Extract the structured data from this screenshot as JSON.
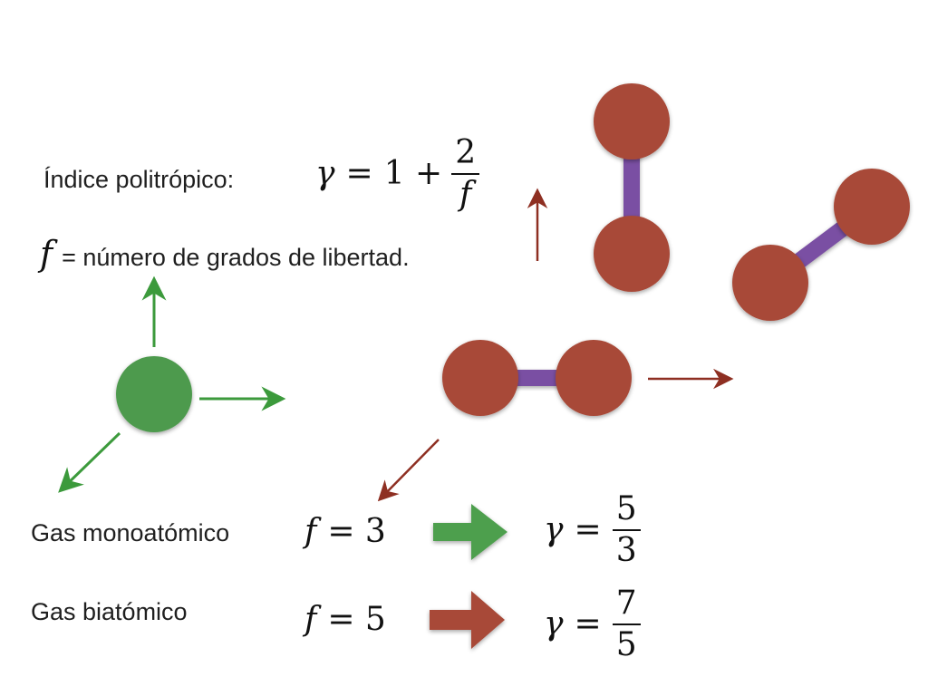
{
  "header": {
    "index_label": "Índice politrópico:",
    "gamma_symbol": "γ",
    "equals": "=",
    "one_plus": "1 +",
    "frac_num": "2",
    "frac_den": "f",
    "f_symbol": "f",
    "f_definition": "= número de grados de libertad."
  },
  "rows": [
    {
      "gas_label": "Gas monoatómico",
      "f_symbol": "f",
      "f_expr": "= 3",
      "gamma_symbol": "γ",
      "gamma_eq": "=",
      "num": "5",
      "den": "3",
      "arrow_color": "#4e9f4e"
    },
    {
      "gas_label": "Gas biatómico",
      "f_symbol": "f",
      "f_expr": "= 5",
      "gamma_symbol": "γ",
      "gamma_eq": "=",
      "num": "7",
      "den": "5",
      "arrow_color": "#a84a38"
    }
  ],
  "colors": {
    "monoatomic": "#4e9a4e",
    "atom": "#a84a38",
    "bond": "#7a4fa3",
    "arrow_green": "#3c9a3c",
    "arrow_red": "#8e2f22"
  }
}
